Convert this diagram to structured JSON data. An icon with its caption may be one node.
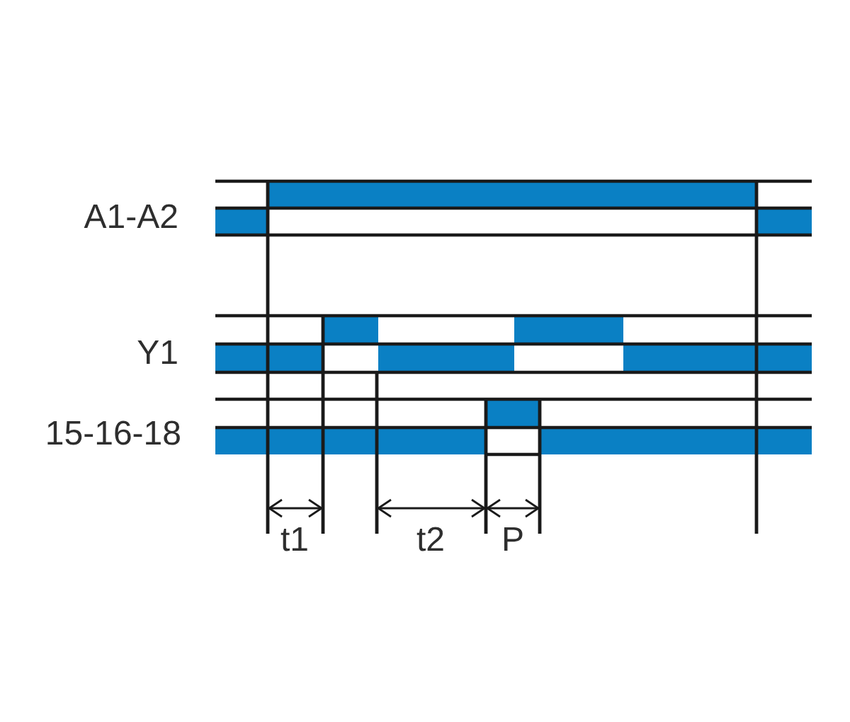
{
  "diagram": {
    "labels": [
      "A1-A2",
      "Y1",
      "15-16-18",
      "t1",
      "t2",
      "P"
    ]
  }
}
